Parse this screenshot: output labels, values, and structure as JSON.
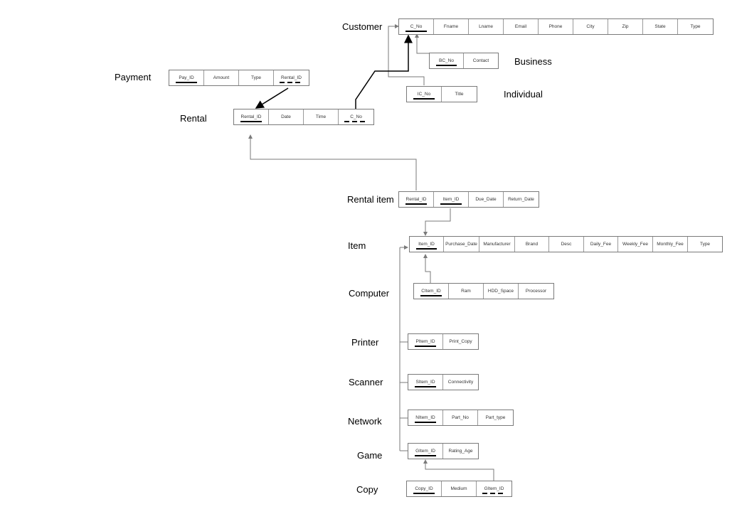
{
  "entities": {
    "customer": {
      "label": "Customer",
      "attrs": [
        "C_No",
        "Fname",
        "Lname",
        "Email",
        "Phone",
        "City",
        "Zip",
        "State",
        "Type"
      ]
    },
    "business": {
      "label": "Business",
      "attrs": [
        "BC_No",
        "Contact"
      ]
    },
    "individual": {
      "label": "Individual",
      "attrs": [
        "IC_No",
        "Title"
      ]
    },
    "payment": {
      "label": "Payment",
      "attrs": [
        "Pay_ID",
        "Amount",
        "Type",
        "Rental_ID"
      ]
    },
    "rental": {
      "label": "Rental",
      "attrs": [
        "Rental_ID",
        "Date",
        "Time",
        "C_No"
      ]
    },
    "rental_item": {
      "label": "Rental item",
      "attrs": [
        "Rental_ID",
        "Item_ID",
        "Due_Date",
        "Return_Date"
      ]
    },
    "item": {
      "label": "Item",
      "attrs": [
        "Item_ID",
        "Purchase_Date",
        "Manufacturer",
        "Brand",
        "Desc",
        "Daily_Fee",
        "Weekly_Fee",
        "Monthly_Fee",
        "Type"
      ]
    },
    "computer": {
      "label": "Computer",
      "attrs": [
        "CItem_ID",
        "Ram",
        "HDD_Space",
        "Processor"
      ]
    },
    "printer": {
      "label": "Printer",
      "attrs": [
        "PItem_ID",
        "Print_Copy"
      ]
    },
    "scanner": {
      "label": "Scanner",
      "attrs": [
        "SItem_ID",
        "Connectivity"
      ]
    },
    "network": {
      "label": "Network",
      "attrs": [
        "NItem_ID",
        "Part_No",
        "Part_type"
      ]
    },
    "game": {
      "label": "Game",
      "attrs": [
        "GItem_ID",
        "Rating_Age"
      ]
    },
    "copy": {
      "label": "Copy",
      "attrs": [
        "Copy_ID",
        "Medium",
        "GItem_ID"
      ]
    }
  },
  "colors": {
    "line": "#7a7a7a",
    "strong_line": "#000000",
    "border": "#7a7a7a",
    "text": "#333333"
  }
}
